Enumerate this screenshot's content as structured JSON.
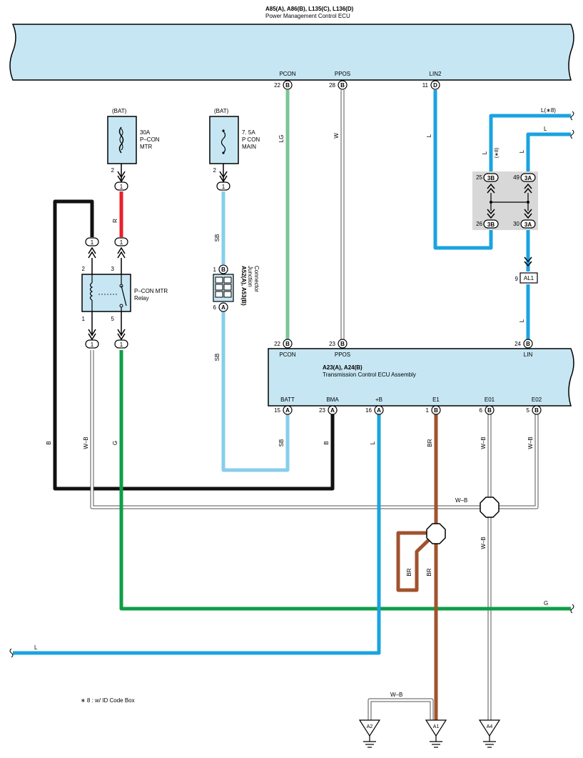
{
  "colors": {
    "ecu_fill": "#c6e6f3",
    "wire_SB": "#87ceeb",
    "wire_LG": "#7dc49a",
    "wire_L": "#1aa3e0",
    "wire_R": "#e8202a",
    "wire_G": "#0f9d48",
    "wire_BR": "#a0522d",
    "wire_B": "#111111",
    "junction_fill": "#d8d8d8"
  },
  "power_ecu": {
    "codes": "A85(A), A86(B), L135(C), L136(D)",
    "name": "Power Management Control ECU",
    "pins": [
      {
        "label": "PCON",
        "num": "22",
        "conn": "B"
      },
      {
        "label": "PPOS",
        "num": "28",
        "conn": "B"
      },
      {
        "label": "LIN2",
        "num": "11",
        "conn": "D"
      }
    ]
  },
  "fuse_30a": {
    "source": "(BAT)",
    "rating": "30A",
    "name_line1": "P–CON",
    "name_line2": "MTR",
    "pin": "2",
    "conn": "1"
  },
  "fuse_7_5a": {
    "source": "(BAT)",
    "rating": "7. 5A",
    "name_line1": "P CON",
    "name_line2": "MAIN",
    "pin": "2",
    "conn": "1"
  },
  "relay": {
    "name_line1": "P–CON MTR",
    "name_line2": "Relay",
    "pins": {
      "p1": "1",
      "p2": "2",
      "p3": "3",
      "p5": "5"
    },
    "conn": "1"
  },
  "junction_connector": {
    "codes": "A52(A), A53(B)",
    "name_line1": "Junction",
    "name_line2": "Connector",
    "pin_top": "1",
    "conn_top": "B",
    "pin_bottom": "6",
    "conn_bottom": "A"
  },
  "id_box": {
    "pins": [
      {
        "num": "25",
        "conn": "3B"
      },
      {
        "num": "49",
        "conn": "3A"
      },
      {
        "num": "26",
        "conn": "3B"
      },
      {
        "num": "30",
        "conn": "3A"
      }
    ]
  },
  "al1": {
    "pin": "9",
    "name": "AL1"
  },
  "tcm": {
    "codes": "A23(A), A24(B)",
    "name": "Transmission Control ECU Assembly",
    "top_pins": [
      {
        "label": "PCON",
        "num": "22",
        "conn": "B"
      },
      {
        "label": "PPOS",
        "num": "23",
        "conn": "B"
      },
      {
        "label": "LIN",
        "num": "24",
        "conn": "B"
      }
    ],
    "bottom_pins": [
      {
        "label": "BATT",
        "num": "15",
        "conn": "A"
      },
      {
        "label": "BMA",
        "num": "23",
        "conn": "A"
      },
      {
        "label": "+B",
        "num": "16",
        "conn": "A"
      },
      {
        "label": "E1",
        "num": "1",
        "conn": "B"
      },
      {
        "label": "E01",
        "num": "6",
        "conn": "B"
      },
      {
        "label": "E02",
        "num": "5",
        "conn": "B"
      }
    ]
  },
  "wire_labels": {
    "lg": "LG",
    "w": "W",
    "l_lin2": "L",
    "l_right_outer": "L(∗8)",
    "l_right_inner": "L",
    "l_vert_outer": "L",
    "l_vert_outer_note": "(∗8)",
    "l_vert_inner": "L",
    "l_lin": "L",
    "r": "R",
    "sb_upper": "SB",
    "sb_lower": "SB",
    "sb_batt": "SB",
    "b_left": "B",
    "wb_left": "W–B",
    "g_left": "G",
    "b_bma": "B",
    "l_b": "L",
    "br_e1": "BR",
    "wb_e01": "W–B",
    "wb_e02": "W–B",
    "wb_horizontal": "W–B",
    "br_loop_left": "BR",
    "br_loop_right": "BR",
    "wb_vertical_lower": "W–B",
    "g_right": "G",
    "l_bottom": "L",
    "wb_ground": "W–B"
  },
  "grounds": [
    "A2",
    "A1",
    "A4"
  ],
  "footnote": "∗ 8 : w/ ID Code Box"
}
